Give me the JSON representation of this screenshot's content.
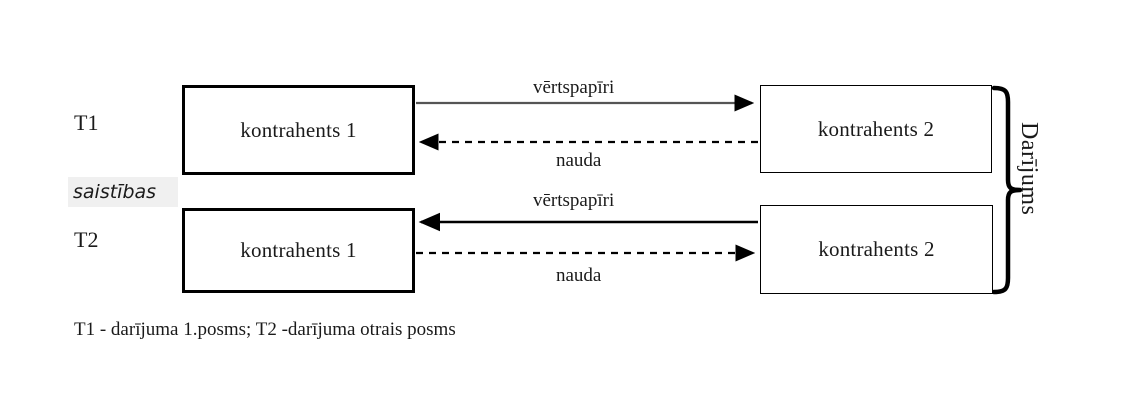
{
  "diagram": {
    "rows": [
      {
        "row_label": "T1",
        "left_node": "kontrahents 1",
        "right_node": "kontrahents 2",
        "flows": [
          {
            "label": "vērtspapīri",
            "direction": "right",
            "style": "solid"
          },
          {
            "label": "nauda",
            "direction": "left",
            "style": "dashed"
          }
        ]
      },
      {
        "row_label": "T2",
        "left_node": "kontrahents 1",
        "right_node": "kontrahents 2",
        "flows": [
          {
            "label": "vērtspapīri",
            "direction": "left",
            "style": "solid"
          },
          {
            "label": "nauda",
            "direction": "right",
            "style": "dashed"
          }
        ]
      }
    ],
    "obligation_label": "saistības",
    "brace_label": "Darījums",
    "footnote": "T1 - darījuma 1.posms; T2 -darījuma otrais posms",
    "colors": {
      "background": "#ffffff",
      "stroke": "#000000",
      "text": "#1a1a1a",
      "highlight": "#f0f0f0"
    }
  }
}
